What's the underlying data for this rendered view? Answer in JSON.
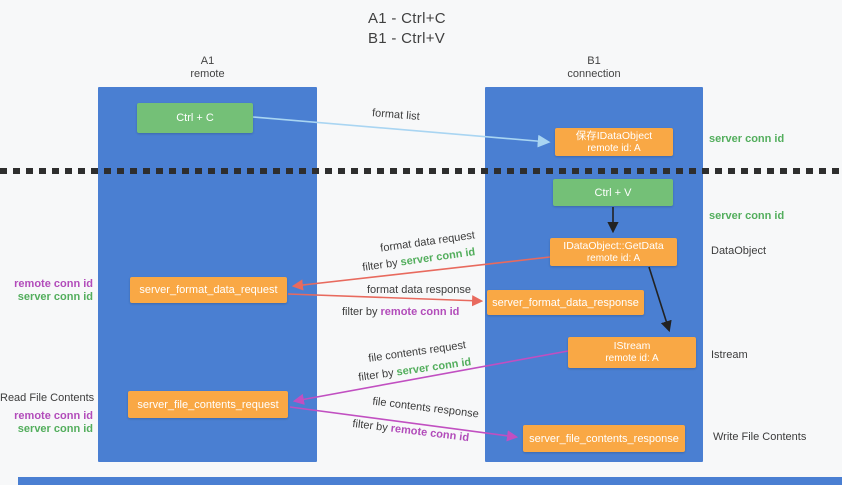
{
  "title": {
    "line1": "A1 - Ctrl+C",
    "line2": "B1 - Ctrl+V"
  },
  "lanes": {
    "left": {
      "id": "A1",
      "role": "remote"
    },
    "right": {
      "id": "B1",
      "role": "connection"
    }
  },
  "nodes": {
    "ctrl_c": {
      "label": "Ctrl + C"
    },
    "save_dataobject": {
      "line1": "保存IDataObject",
      "line2": "remote id: A"
    },
    "ctrl_v": {
      "label": "Ctrl + V"
    },
    "getdata": {
      "line1": "IDataObject::GetData",
      "line2": "remote id: A"
    },
    "format_request": {
      "label": "server_format_data_request"
    },
    "format_response": {
      "label": "server_format_data_response"
    },
    "istream": {
      "line1": "IStream",
      "line2": "remote id: A"
    },
    "file_request": {
      "label": "server_file_contents_request"
    },
    "file_response": {
      "label": "server_file_contents_response"
    }
  },
  "side_labels": {
    "server_conn_top": "server conn id",
    "server_conn_mid": "server conn id",
    "dataobject": "DataObject",
    "istream": "Istream",
    "write_file_contents": "Write File Contents",
    "read_file_contents": "Read File Contents",
    "remote_conn_1": "remote conn id",
    "server_conn_1": "server conn id",
    "remote_conn_2": "remote conn id",
    "server_conn_2": "server conn id"
  },
  "arrow_labels": {
    "format_list": "format list",
    "format_data_request": "format data request",
    "format_data_response": "format data response",
    "file_contents_request": "file contents request",
    "file_contents_response": "file contents response",
    "filter_by": "filter by",
    "server_conn_id": "server conn id",
    "remote_conn_id": "remote conn id"
  },
  "colors": {
    "lane_blue": "#4a7fd2",
    "button_green": "#74c077",
    "box_orange": "#f9a845",
    "arrow_red": "#e86a5e",
    "arrow_magenta": "#c14fc1",
    "arrow_light_blue": "#a9d5f2",
    "text_green": "#53ae5d",
    "text_purple": "#b24cba"
  }
}
